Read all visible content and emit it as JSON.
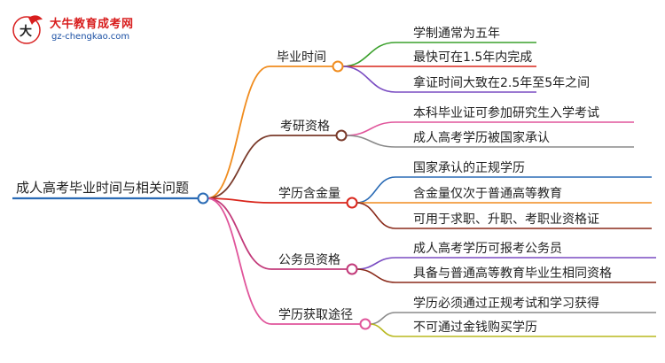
{
  "logo": {
    "title": "大牛教育成考网",
    "url": "gz-chengkao.com"
  },
  "root": {
    "label": "成人高考毕业时间与相关问题",
    "color": "#2a6bb5"
  },
  "branches": [
    {
      "label": "毕业时间",
      "color": "#f08c1e",
      "children": [
        {
          "label": "学制通常为五年",
          "color": "#3aa02b"
        },
        {
          "label": "最快可在1.5年内完成",
          "color": "#d9261c"
        },
        {
          "label": "拿证时间大致在2.5年至5年之间",
          "color": "#7a4cc2"
        }
      ]
    },
    {
      "label": "考研资格",
      "color": "#7a3a2a",
      "children": [
        {
          "label": "本科毕业证可参加研究生入学考试",
          "color": "#e0559b"
        },
        {
          "label": "成人高考学历被国家承认",
          "color": "#8a8a8a"
        }
      ]
    },
    {
      "label": "学历含金量",
      "color": "#d9261c",
      "children": [
        {
          "label": "国家承认的正规学历",
          "color": "#2a6bb5"
        },
        {
          "label": "含金量仅次于普通高等教育",
          "color": "#f08c1e"
        },
        {
          "label": "可用于求职、升职、考职业资格证",
          "color": "#8a2a1a"
        }
      ]
    },
    {
      "label": "公务员资格",
      "color": "#c23a7a",
      "children": [
        {
          "label": "成人高考学历可报考公务员",
          "color": "#7a4cc2"
        },
        {
          "label": "具备与普通高等教育毕业生相同资格",
          "color": "#8a2a1a"
        }
      ]
    },
    {
      "label": "学历获取途径",
      "color": "#e0559b",
      "children": [
        {
          "label": "学历必须通过正规考试和学习获得",
          "color": "#8a8a8a"
        },
        {
          "label": "不可通过金钱购买学历",
          "color": "#b8b81e"
        }
      ]
    }
  ]
}
